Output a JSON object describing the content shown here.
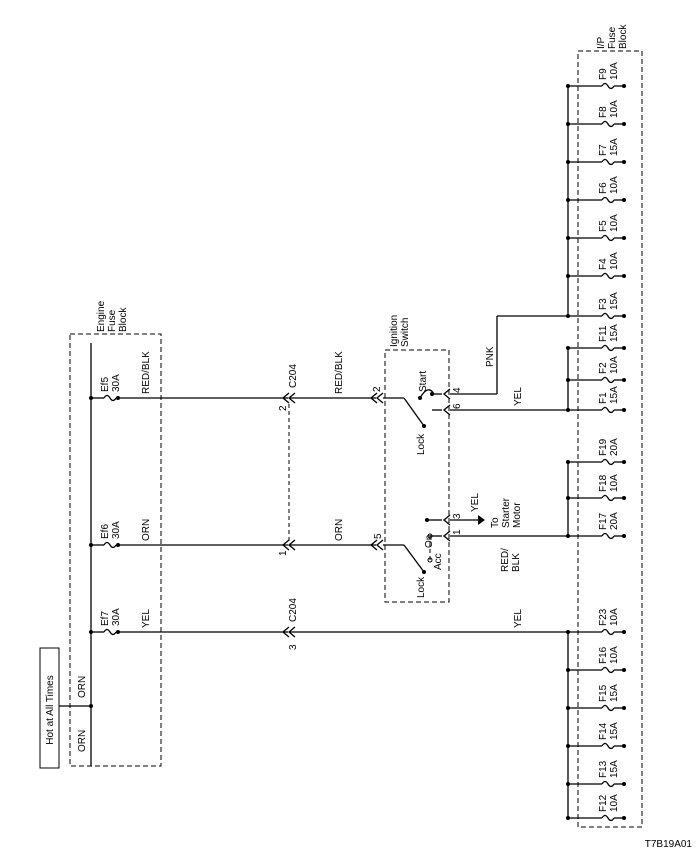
{
  "hot_label": "Hot at All Times",
  "engine_fuse_block": [
    "Engine",
    "Fuse",
    "Block"
  ],
  "ip_fuse_block": [
    "I/P",
    "Fuse",
    "Block"
  ],
  "ignition_switch": [
    "Ignition",
    "Switch"
  ],
  "engine_fuses": [
    {
      "name": "Ef5",
      "rating": "30A"
    },
    {
      "name": "Ef6",
      "rating": "30A"
    },
    {
      "name": "Ef7",
      "rating": "30A"
    }
  ],
  "ip_fuses": [
    {
      "name": "F9",
      "rating": "10A"
    },
    {
      "name": "F8",
      "rating": "10A"
    },
    {
      "name": "F7",
      "rating": "15A"
    },
    {
      "name": "F6",
      "rating": "10A"
    },
    {
      "name": "F5",
      "rating": "10A"
    },
    {
      "name": "F4",
      "rating": "10A"
    },
    {
      "name": "F3",
      "rating": "15A"
    },
    {
      "name": "F11",
      "rating": "15A"
    },
    {
      "name": "F2",
      "rating": "10A"
    },
    {
      "name": "F1",
      "rating": "15A"
    },
    {
      "name": "F19",
      "rating": "20A"
    },
    {
      "name": "F18",
      "rating": "10A"
    },
    {
      "name": "F17",
      "rating": "20A"
    },
    {
      "name": "F23",
      "rating": "10A"
    },
    {
      "name": "F16",
      "rating": "10A"
    },
    {
      "name": "F15",
      "rating": "15A"
    },
    {
      "name": "F14",
      "rating": "15A"
    },
    {
      "name": "F13",
      "rating": "15A"
    },
    {
      "name": "F12",
      "rating": "10A"
    }
  ],
  "wire_colors": {
    "orn": "ORN",
    "red_blk": "RED/BLK",
    "yel": "YEL",
    "pnk": "PNK",
    "red_blk_split": [
      "RED/",
      "BLK"
    ]
  },
  "connector": {
    "name": "C204",
    "pin_2": "2",
    "pin_1": "1",
    "pin_3": "3"
  },
  "switch_pins": {
    "p2": "2",
    "p4": "4",
    "p6": "6",
    "p5": "5",
    "p3": "3",
    "p1": "1"
  },
  "switch_positions": {
    "start": "Start",
    "lock": "Lock",
    "on": "On",
    "acc": "Acc"
  },
  "starter": [
    "To",
    "Starter",
    "Motor"
  ],
  "figure_id": "T7B19A01"
}
